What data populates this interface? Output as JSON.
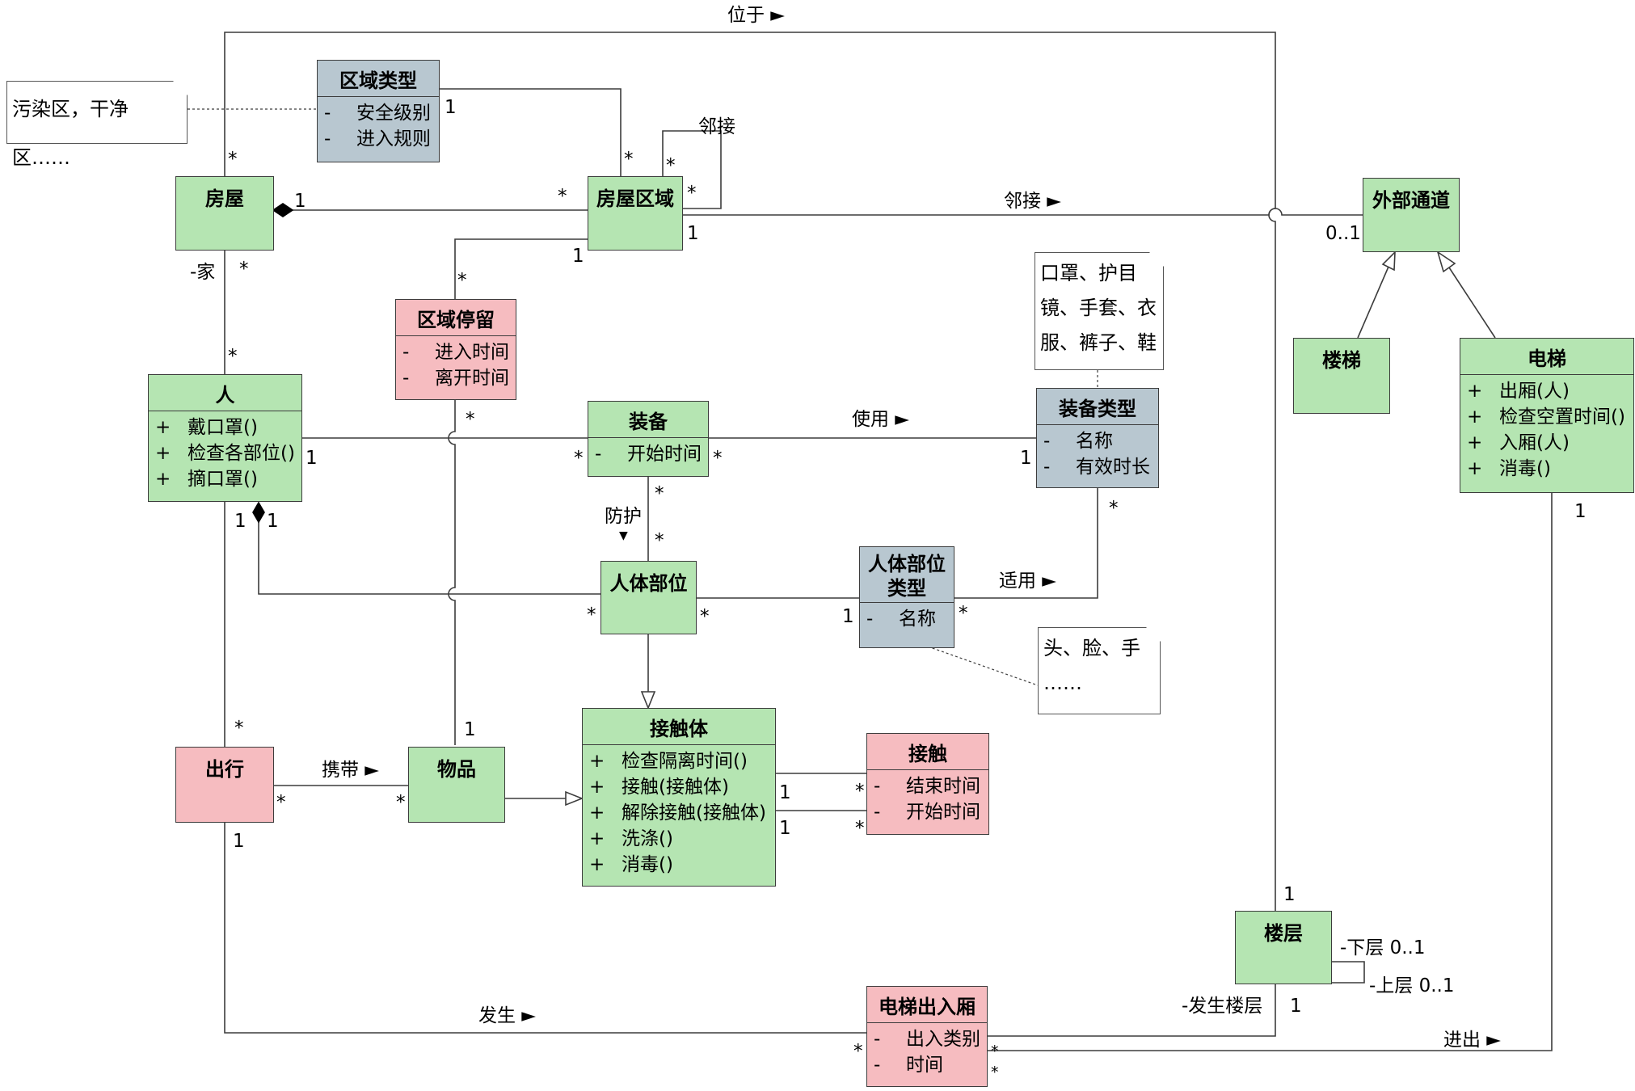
{
  "classes": {
    "quyu_leixing": {
      "name": "区域类型",
      "attrs": [
        {
          "vis": "-",
          "text": "安全级别"
        },
        {
          "vis": "-",
          "text": "进入规则"
        }
      ]
    },
    "fangwu": {
      "name": "房屋"
    },
    "fangwu_quyu": {
      "name": "房屋区域"
    },
    "quyu_tingliu": {
      "name": "区域停留",
      "attrs": [
        {
          "vis": "-",
          "text": "进入时间"
        },
        {
          "vis": "-",
          "text": "离开时间"
        }
      ]
    },
    "ren": {
      "name": "人",
      "ops": [
        {
          "vis": "+",
          "text": "戴口罩()"
        },
        {
          "vis": "+",
          "text": "检查各部位()"
        },
        {
          "vis": "+",
          "text": "摘口罩()"
        }
      ]
    },
    "zhuangbei": {
      "name": "装备",
      "attrs": [
        {
          "vis": "-",
          "text": "开始时间"
        }
      ]
    },
    "zhuangbei_leixing": {
      "name": "装备类型",
      "attrs": [
        {
          "vis": "-",
          "text": "名称"
        },
        {
          "vis": "-",
          "text": "有效时长"
        }
      ]
    },
    "renti_buwei": {
      "name": "人体部位"
    },
    "renti_buwei_leixing": {
      "name": "人体部位类型",
      "attrs": [
        {
          "vis": "-",
          "text": "名称"
        }
      ]
    },
    "jiechuti": {
      "name": "接触体",
      "ops": [
        {
          "vis": "+",
          "text": "检查隔离时间()"
        },
        {
          "vis": "+",
          "text": "接触(接触体)"
        },
        {
          "vis": "+",
          "text": "解除接触(接触体)"
        },
        {
          "vis": "+",
          "text": "洗涤()"
        },
        {
          "vis": "+",
          "text": "消毒()"
        }
      ]
    },
    "jiechu": {
      "name": "接触",
      "attrs": [
        {
          "vis": "-",
          "text": "结束时间"
        },
        {
          "vis": "-",
          "text": "开始时间"
        }
      ]
    },
    "chuxing": {
      "name": "出行"
    },
    "wupin": {
      "name": "物品"
    },
    "waibu_tongdao": {
      "name": "外部通道"
    },
    "louti": {
      "name": "楼梯"
    },
    "dianti": {
      "name": "电梯",
      "ops": [
        {
          "vis": "+",
          "text": "出厢(人)"
        },
        {
          "vis": "+",
          "text": "检查空置时间()"
        },
        {
          "vis": "+",
          "text": "入厢(人)"
        },
        {
          "vis": "+",
          "text": "消毒()"
        }
      ]
    },
    "louceng": {
      "name": "楼层"
    },
    "dianti_churuxiang": {
      "name": "电梯出入厢",
      "attrs": [
        {
          "vis": "-",
          "text": "出入类别"
        },
        {
          "vis": "-",
          "text": "时间"
        }
      ]
    }
  },
  "notes": {
    "wuran": "污染区，干净区……",
    "zhuangbei_liebiao": [
      "口罩、护目",
      "镜、手套、衣",
      "服、裤子、鞋"
    ],
    "buwei_liebiao": [
      "头、脸、手",
      "……"
    ]
  },
  "associations": {
    "weiyu": "位于 ►",
    "linjie_self": "邻接",
    "linjie": "邻接 ►",
    "shiyong": "使用 ►",
    "fanghu": "防护",
    "fanghu_arrow": "▼",
    "shiyong2": "适用 ►",
    "xiedai": "携带 ►",
    "fasheng": "发生 ►",
    "jinchu": "进出 ►"
  },
  "roles": {
    "jia": "-家",
    "xiaceng": "-下层 0..1",
    "shangceng": "-上层 0..1",
    "fasheng_louceng": "-发生楼层"
  },
  "multiplicities": {
    "one": "1",
    "many": "*",
    "zero_one": "0..1"
  },
  "colors": {
    "entity": "#b5e5b2",
    "moment_interval": "#f6bcc0",
    "description": "#b8c7d0",
    "line": "#3c3c3c"
  }
}
